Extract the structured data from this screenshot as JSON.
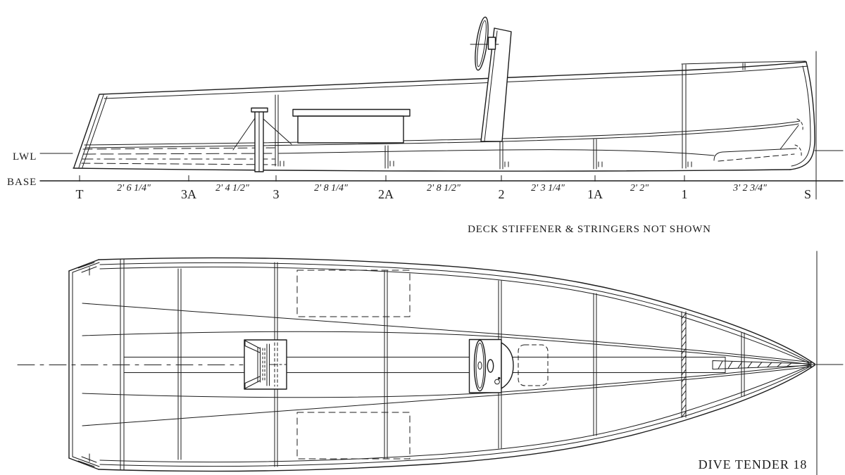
{
  "drawing": {
    "title": "DIVE TENDER 18",
    "note": "DECK STIFFENER & STRINGERS NOT SHOWN",
    "reference_lines": {
      "waterline": "LWL",
      "baseline": "BASE"
    },
    "stations": [
      {
        "label": "T"
      },
      {
        "label": "3A"
      },
      {
        "label": "3"
      },
      {
        "label": "2A"
      },
      {
        "label": "2"
      },
      {
        "label": "1A"
      },
      {
        "label": "1"
      },
      {
        "label": "S"
      }
    ],
    "station_spacings": [
      {
        "value": "2' 6 1/4\""
      },
      {
        "value": "2' 4 1/2\""
      },
      {
        "value": "2' 8 1/4\""
      },
      {
        "value": "2' 8 1/2\""
      },
      {
        "value": "2' 3 1/4\""
      },
      {
        "value": "2' 2\""
      },
      {
        "value": "3' 2 3/4\""
      }
    ],
    "colors": {
      "ink": "#1c1c1c",
      "paper": "#ffffff"
    }
  }
}
